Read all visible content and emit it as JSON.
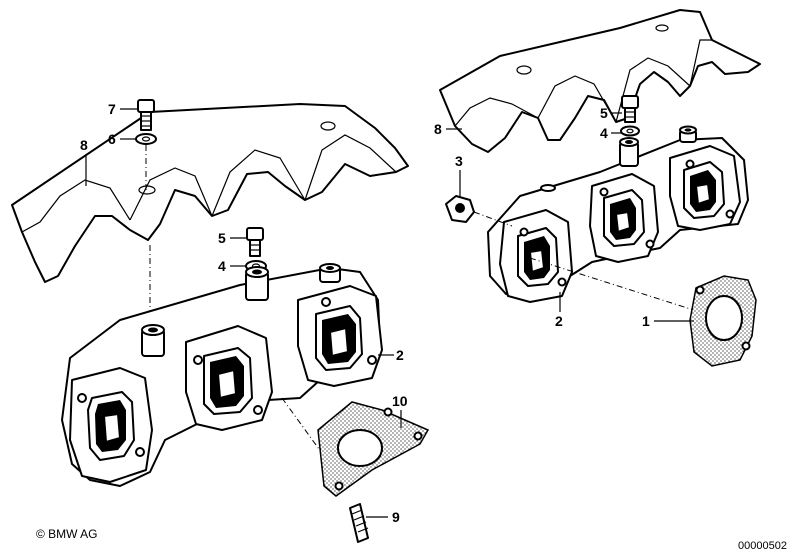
{
  "callouts": {
    "left": {
      "c7": "7",
      "c6": "6",
      "c8": "8",
      "c5": "5",
      "c4": "4",
      "c2": "2",
      "c10": "10",
      "c9": "9"
    },
    "right": {
      "c8": "8",
      "c5": "5",
      "c4": "4",
      "c3": "3",
      "c2": "2",
      "c1": "1"
    }
  },
  "footer": {
    "copyright": "© BMW AG",
    "diagram_id": "00000502"
  },
  "colors": {
    "line": "#000000",
    "background": "#ffffff"
  }
}
